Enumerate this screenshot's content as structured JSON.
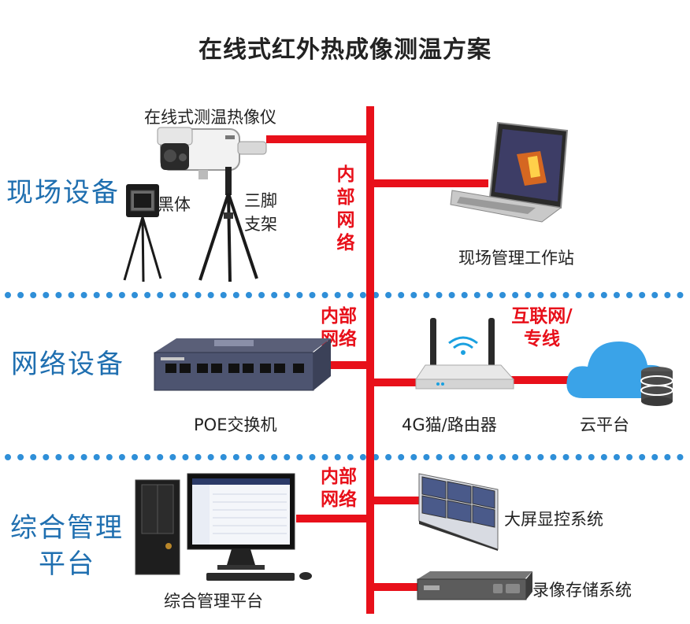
{
  "title": "在线式红外热成像测温方案",
  "sections": {
    "site": "现场设备",
    "network": "网络设备",
    "platform_line1": "综合管理",
    "platform_line2": "平台"
  },
  "devices": {
    "thermal_camera": "在线式测温热像仪",
    "blackbody": "黑体",
    "tripod_line1": "三脚",
    "tripod_line2": "支架",
    "workstation": "现场管理工作站",
    "poe_switch": "POE交换机",
    "router": "4G猫/路由器",
    "cloud": "云平台",
    "video_wall": "大屏显控系统",
    "nvr": "录像存储系统",
    "mgmt_platform": "综合管理平台"
  },
  "links": {
    "internal_1": [
      "内",
      "部",
      "网",
      "络"
    ],
    "internal_2_line1": "内部",
    "internal_2_line2": "网络",
    "internet_line1": "互联网/",
    "internet_line2": "专线",
    "internal_3_line1": "内部",
    "internal_3_line2": "网络"
  },
  "colors": {
    "network_line": "#e8101a",
    "section_text": "#1f6fb0",
    "divider": "#2f8fd8"
  }
}
